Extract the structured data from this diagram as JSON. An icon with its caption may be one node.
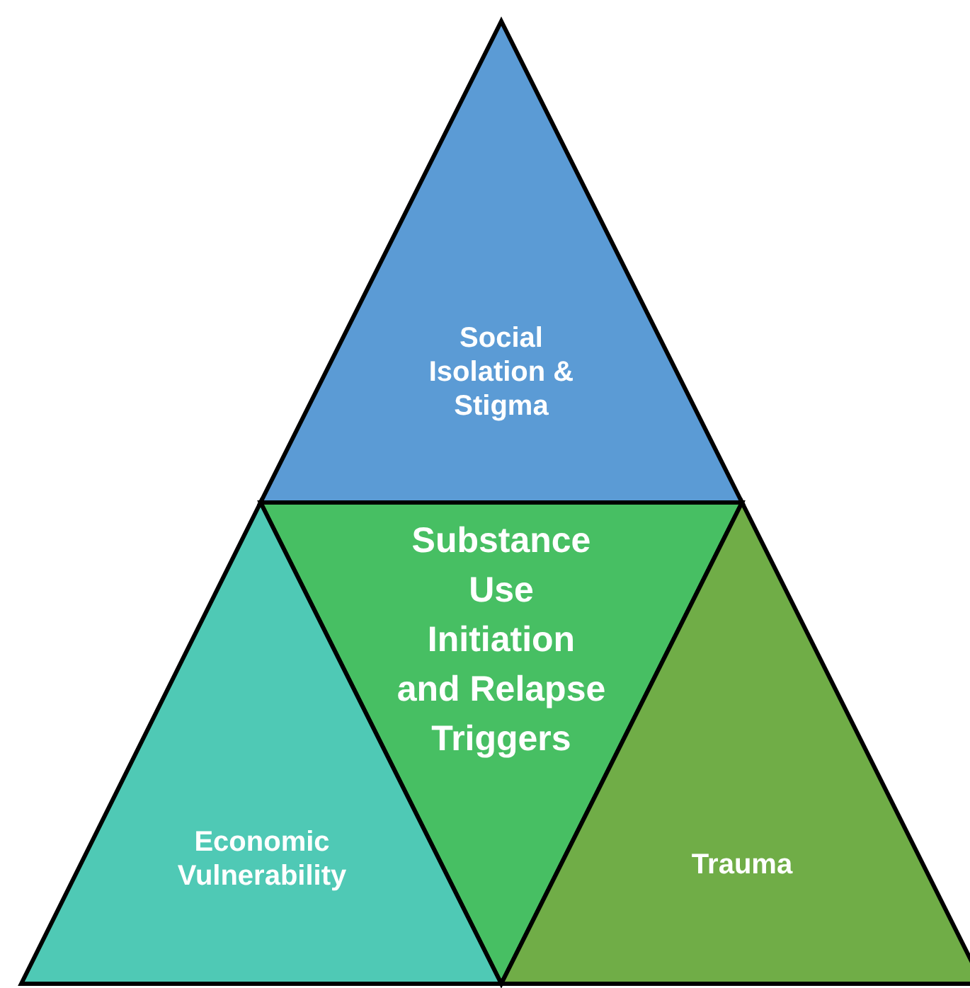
{
  "diagram": {
    "nodes": [
      {
        "text": [
          "Social Isolation & Stigma"
        ]
      },
      {
        "text": [
          "Substance Use Initiation and Relapse Triggers"
        ]
      },
      {
        "text": [
          "Economic Vulnerability"
        ]
      },
      {
        "text": [
          "Trauma"
        ]
      }
    ]
  }
}
